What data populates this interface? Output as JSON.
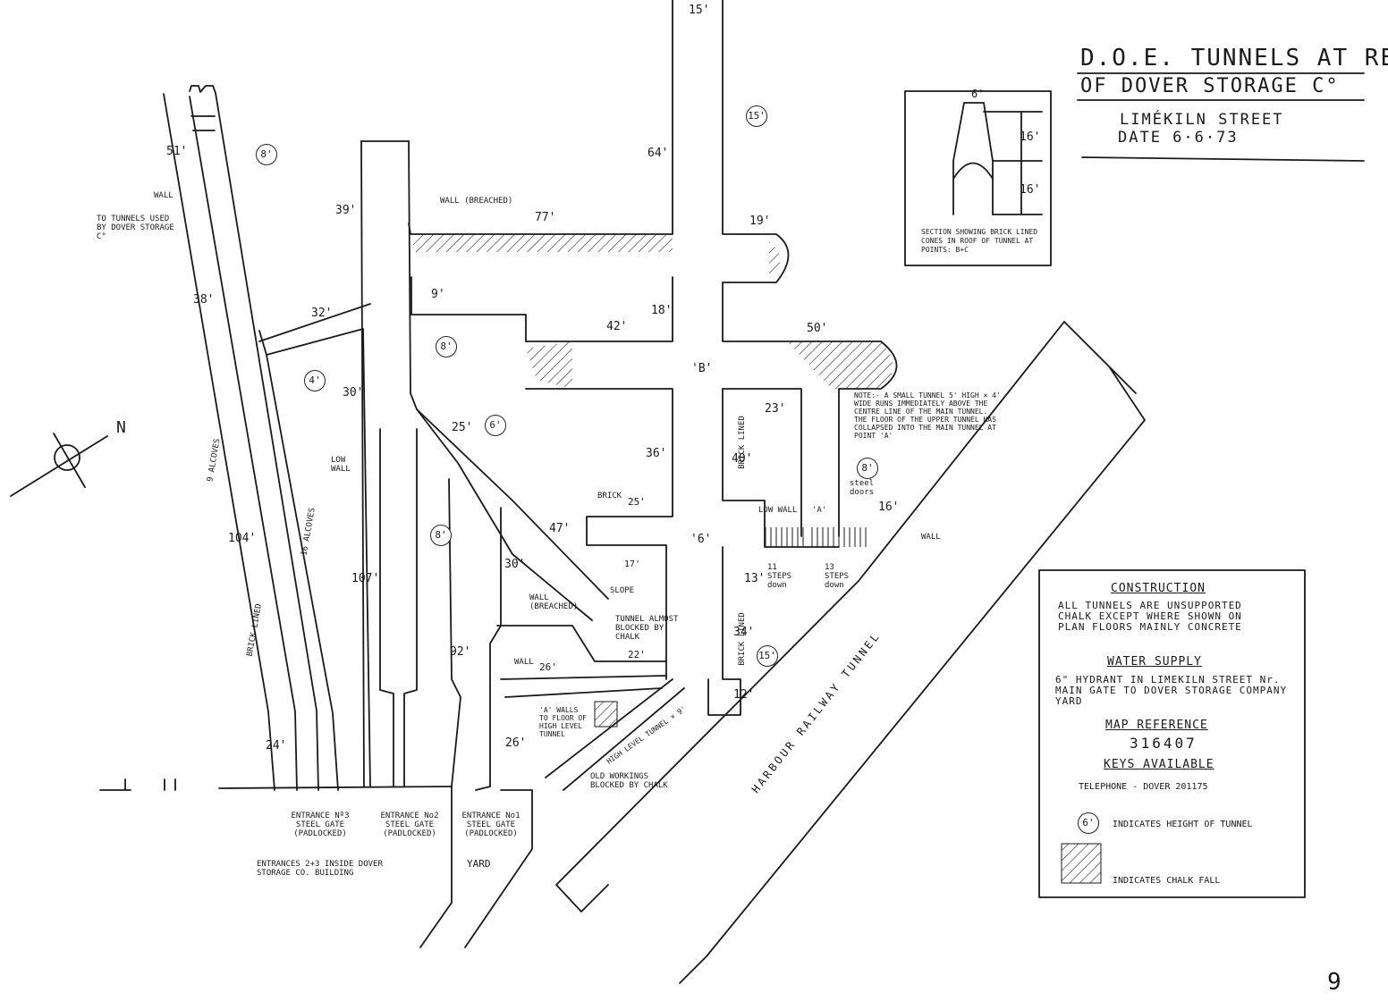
{
  "title": {
    "line1": "D.O.E. TUNNELS AT REAR",
    "line2": "OF DOVER STORAGE C°",
    "street": "LIMÉKILN STREET",
    "date": "DATE 6·6·73"
  },
  "section": {
    "caption": "SECTION SHOWING BRICK LINED CONES IN ROOF OF TUNNEL AT POINTS: B+C",
    "top": "6'",
    "upper": "16'",
    "lower": "16'"
  },
  "compass": "N",
  "dims": {
    "d15top": "15'",
    "d64": "64'",
    "d77": "77'",
    "d19": "19'",
    "d39": "39'",
    "d51": "51'",
    "d38": "38'",
    "d32": "32'",
    "d9": "9'",
    "d18": "18'",
    "d42": "42'",
    "d50": "50'",
    "d30a": "30'",
    "d25a": "25'",
    "d36": "36'",
    "d23": "23'",
    "d40": "40'",
    "d25b": "25'",
    "d104": "104'",
    "d107": "107'",
    "d47": "47'",
    "d17": "17'",
    "d30b": "30'",
    "d92": "92'",
    "d26a": "26'",
    "d22": "22'",
    "d26b": "26'",
    "d24": "24'",
    "d13": "13'",
    "d34": "34'",
    "d12": "12'",
    "d16": "16'"
  },
  "heights": {
    "h8a": "8'",
    "h15a": "15'",
    "h4": "4'",
    "h8b": "8'",
    "h6": "6'",
    "h8c": "8'",
    "h8d": "8'",
    "h15b": "15'"
  },
  "points": {
    "B": "'B'",
    "six": "'6'",
    "A": "'A'"
  },
  "labels": {
    "wall_breached_top": "WALL (BREACHED)",
    "wall_left": "WALL",
    "to_tunnels": "TO TUNNELS USED BY DOVER STORAGE C°",
    "alcoves_9": "9 ALCOVES",
    "alcoves_16": "16 ALCOVES",
    "brick_lined_left": "BRICK LINED",
    "low_wall_left": "LOW WALL",
    "brick": "BRICK",
    "brick_lined_mid": "BRICK LINED",
    "brick_lined_low": "BRICK LINED",
    "note": "NOTE:- A SMALL TUNNEL 5' HIGH × 4' WIDE RUNS IMMEDIATELY ABOVE THE CENTRE LINE OF THE MAIN TUNNEL. THE FLOOR OF THE UPPER TUNNEL HAS COLLAPSED INTO THE MAIN TUNNEL AT POINT 'A'",
    "steel_doors": "steel doors",
    "low_wall_right": "LOW WALL",
    "wall_right": "WALL",
    "steps_11": "11 STEPS down",
    "steps_13": "13 STEPS down",
    "wall_breached_mid": "WALL (BREACHED)",
    "slope": "SLOPE",
    "tunnel_blocked": "TUNNEL ALMOST BLOCKED BY CHALK",
    "wall_small": "WALL",
    "walls_to_floor": "'A' WALLS TO FLOOR OF HIGH LEVEL TUNNEL",
    "high_level": "HIGH LEVEL TUNNEL × 9'",
    "old_workings": "OLD WORKINGS BLOCKED BY CHALK",
    "entrance3": "ENTRANCE Nº3 STEEL GATE (PADLOCKED)",
    "entrance2": "ENTRANCE No2 STEEL GATE (PADLOCKED)",
    "entrance1": "ENTRANCE No1 STEEL GATE (PADLOCKED)",
    "entrances_inside": "ENTRANCES 2+3 INSIDE DOVER STORAGE CO. BUILDING",
    "yard": "YARD",
    "railway": "HARBOUR RAILWAY TUNNEL"
  },
  "legend": {
    "construction_head": "CONSTRUCTION",
    "construction_text": "ALL TUNNELS ARE UNSUPPORTED CHALK EXCEPT WHERE SHOWN ON PLAN FLOORS MAINLY CONCRETE",
    "water_head": "WATER SUPPLY",
    "water_text": "6\" HYDRANT IN LIMEKILN STREET Nr. MAIN GATE TO DOVER STORAGE COMPANY YARD",
    "map_head": "MAP REFERENCE",
    "map_ref": "316407",
    "keys_head": "KEYS AVAILABLE",
    "telephone": "TELEPHONE - DOVER 201175",
    "height_sym": "6'",
    "height_text": "INDICATES HEIGHT OF TUNNEL",
    "chalk_text": "INDICATES CHALK FALL"
  },
  "page_number": "9"
}
